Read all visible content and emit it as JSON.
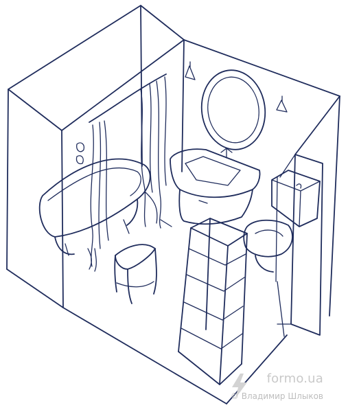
{
  "image": {
    "subject": "Hand-drawn ink sketch of a small bathroom interior",
    "ink_color": "#1f2c5c",
    "background": "#ffffff"
  },
  "watermark": {
    "logo_text": "formo.ua",
    "credit_text": "© Владимир Шлыков",
    "color": "#c9c9c9",
    "icon": "lightning-bolt-icon"
  }
}
